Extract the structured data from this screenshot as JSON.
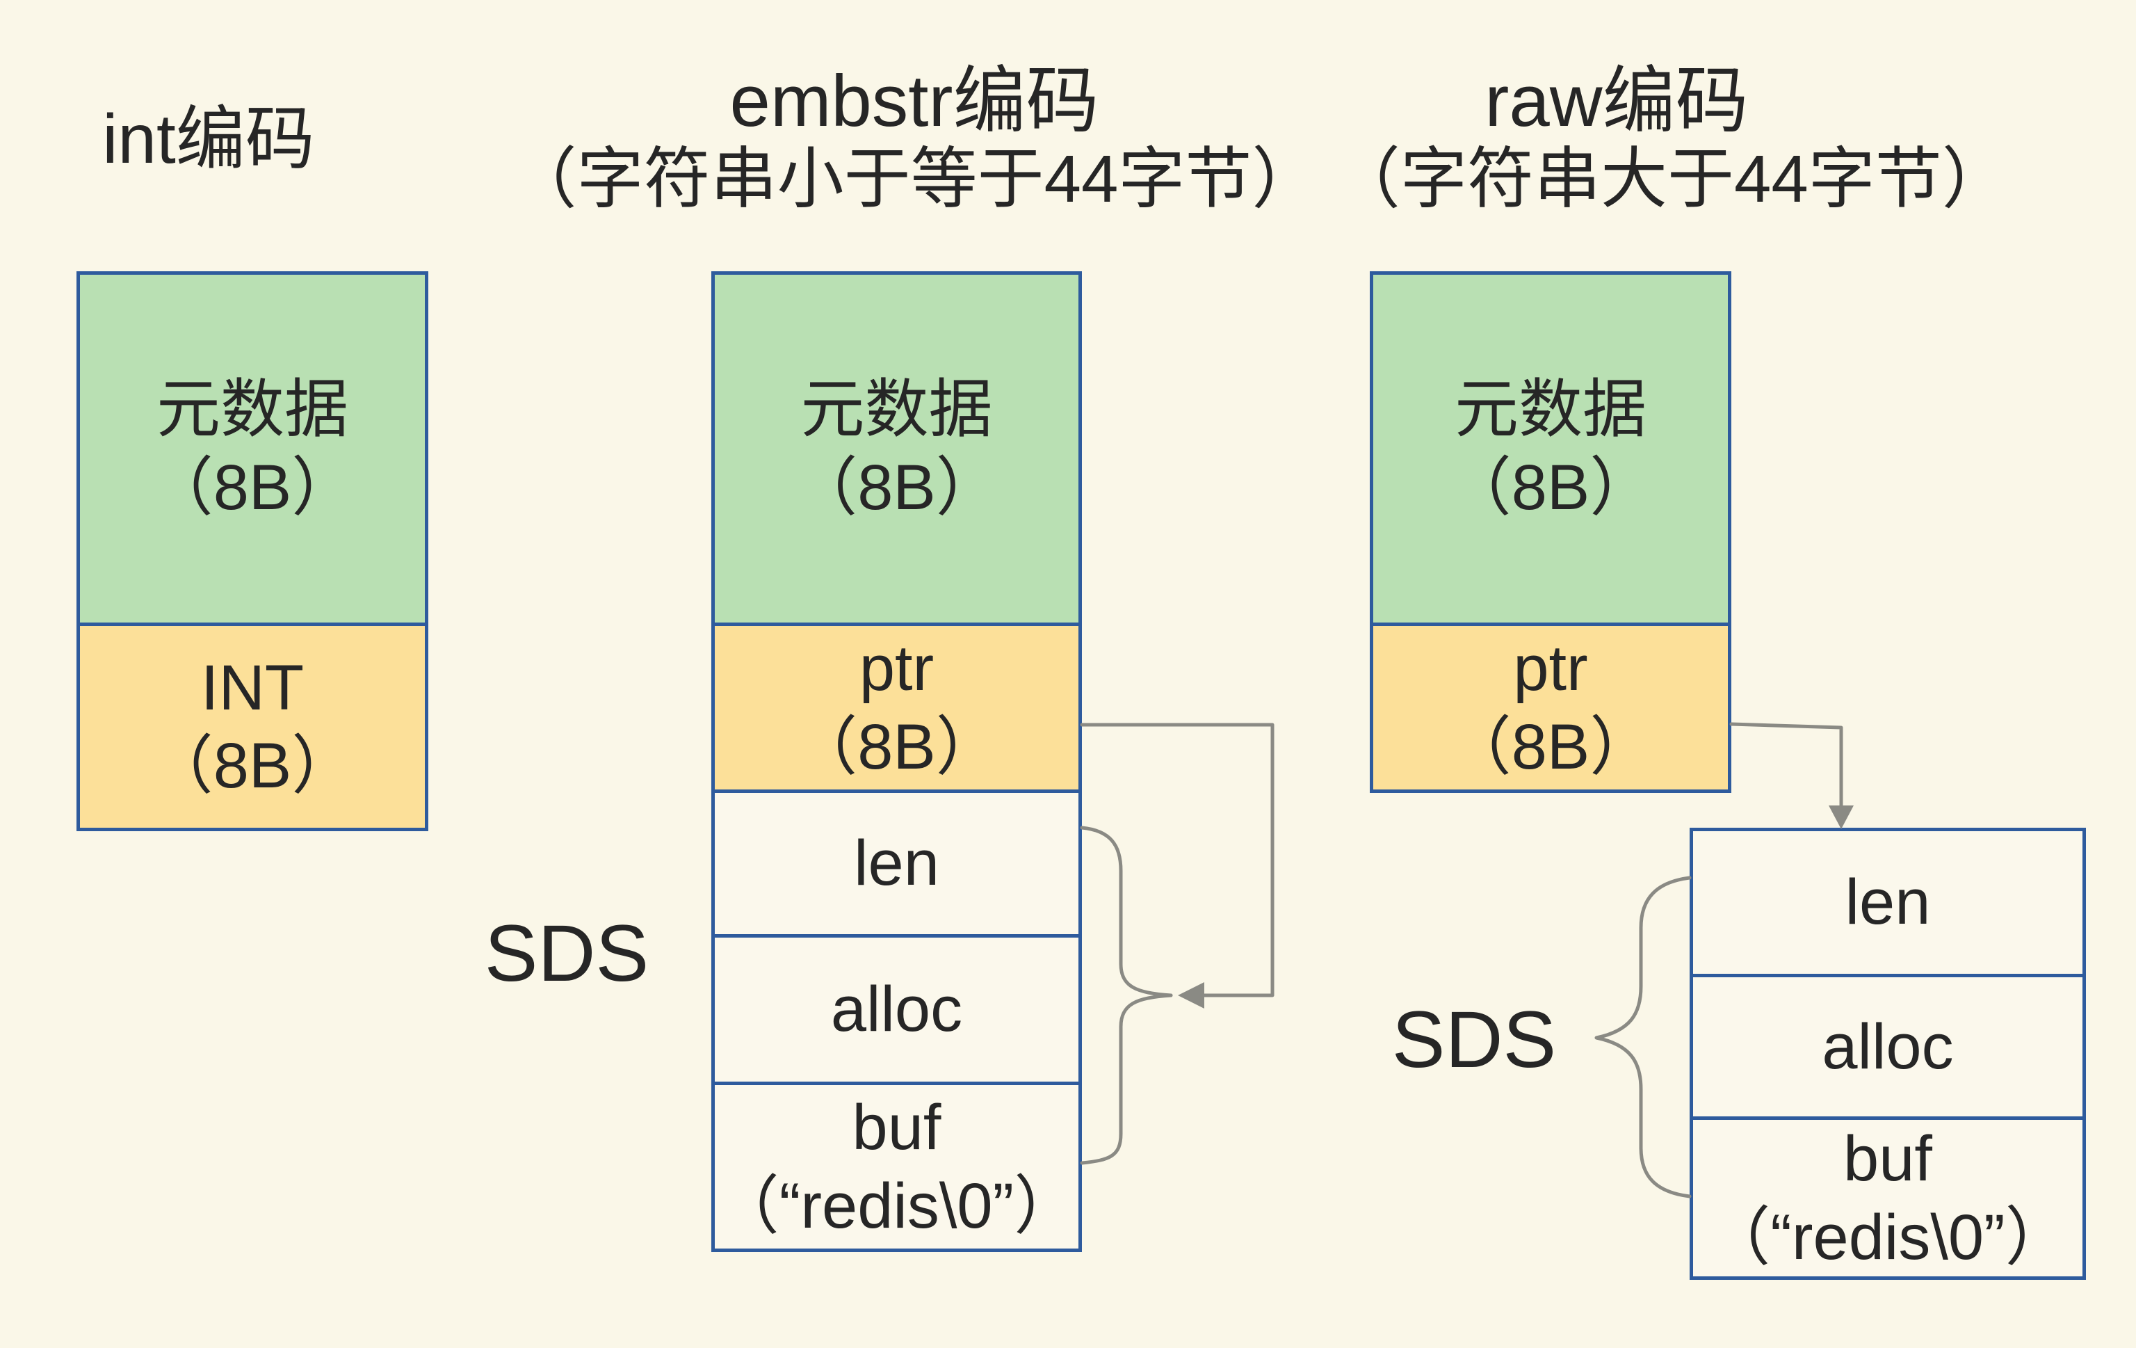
{
  "colors": {
    "page_bg": "#FAF7E8",
    "cream": "#FBF8EC",
    "green": "#B9E0B3",
    "yellow": "#FCE099",
    "border": "#2E5B9D",
    "arrow": "#8A8A84",
    "text": "#262626"
  },
  "columns": {
    "int": {
      "title": "int编码",
      "meta": {
        "line1": "元数据",
        "line2": "（8B）"
      },
      "value": {
        "line1": "INT",
        "line2": "（8B）"
      }
    },
    "embstr": {
      "title": "embstr编码",
      "subtitle": "（字符串小于等于44字节）",
      "meta": {
        "line1": "元数据",
        "line2": "（8B）"
      },
      "ptr": {
        "line1": "ptr",
        "line2": "（8B）"
      },
      "sds_label": "SDS",
      "len": "len",
      "alloc": "alloc",
      "buf": {
        "line1": "buf",
        "line2": "（“redis\\0”）"
      }
    },
    "raw": {
      "title": "raw编码",
      "subtitle": "（字符串大于44字节）",
      "meta": {
        "line1": "元数据",
        "line2": "（8B）"
      },
      "ptr": {
        "line1": "ptr",
        "line2": "（8B）"
      },
      "sds_label": "SDS",
      "len": "len",
      "alloc": "alloc",
      "buf": {
        "line1": "buf",
        "line2": "（“redis\\0”）"
      }
    }
  }
}
